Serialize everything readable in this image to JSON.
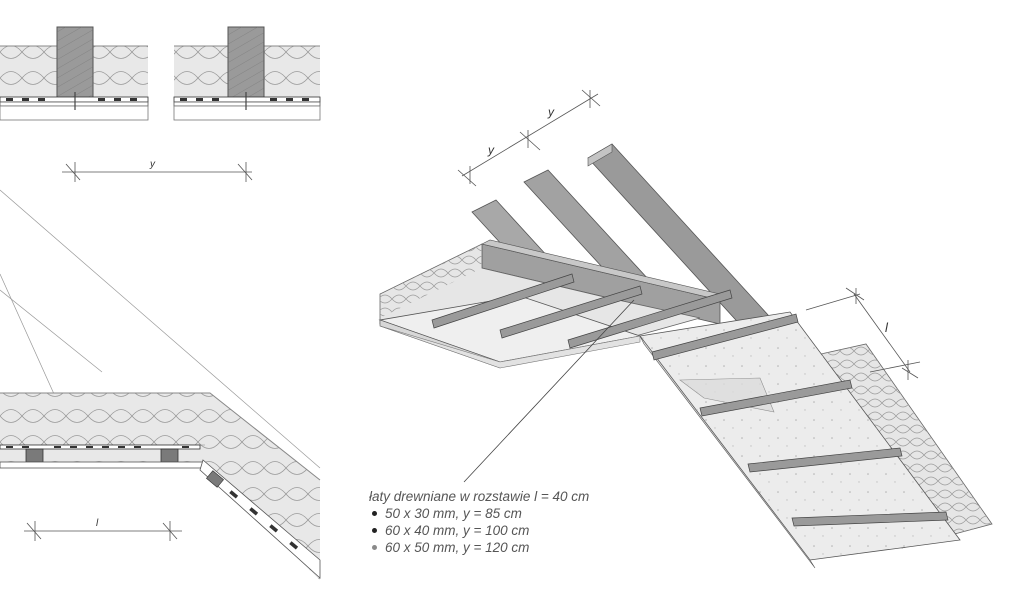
{
  "dimensions": {
    "y": "y",
    "l": "l"
  },
  "caption": {
    "title": "łaty drewniane w rozstawie l = 40 cm",
    "items": [
      {
        "text": "50 x 30 mm, y = 85 cm",
        "dot_color": "#222222"
      },
      {
        "text": "60 x 40 mm, y = 100 cm",
        "dot_color": "#222222"
      },
      {
        "text": "60 x 50 mm, y = 120 cm",
        "dot_color": "#8a8a8a"
      }
    ]
  },
  "colors": {
    "insulation": "#e6e6e6",
    "rafter": "#9a9a9a",
    "rafter_side": "#b8b8b8",
    "batten": "#8f8f8f",
    "board": "#ededed",
    "line": "#555555"
  }
}
